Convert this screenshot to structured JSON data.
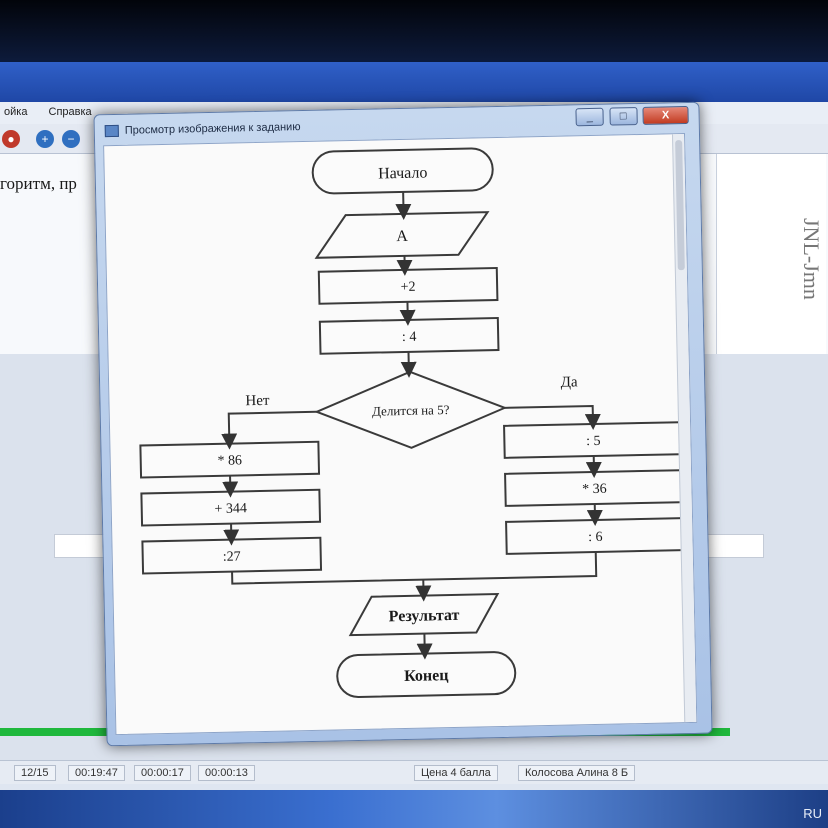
{
  "app": {
    "title": "",
    "menu": [
      "ойка",
      "Справка"
    ],
    "question_text": "горитм, пр",
    "side_scribble": "JNL-Jmn"
  },
  "status": {
    "progress_count": "12/15",
    "time_total": "00:19:47",
    "time_question": "00:00:17",
    "time_extra": "00:00:13",
    "price": "Цена 4 балла",
    "student": "Колосова Алина 8 Б"
  },
  "viewer": {
    "title": "Просмотр изображения к заданию",
    "btn_min": "_",
    "btn_max": "□",
    "btn_close": "X"
  },
  "flowchart": {
    "start": "Начало",
    "input": "A",
    "step1": "+2",
    "step2": ": 4",
    "decision": "Делится на 5?",
    "no_label": "Нет",
    "yes_label": "Да",
    "no_steps": [
      "* 86",
      "+ 344",
      ":27"
    ],
    "yes_steps": [
      ": 5",
      "* 36",
      ": 6"
    ],
    "output": "Результат",
    "end": "Конец"
  },
  "tray": {
    "lang": "RU"
  }
}
